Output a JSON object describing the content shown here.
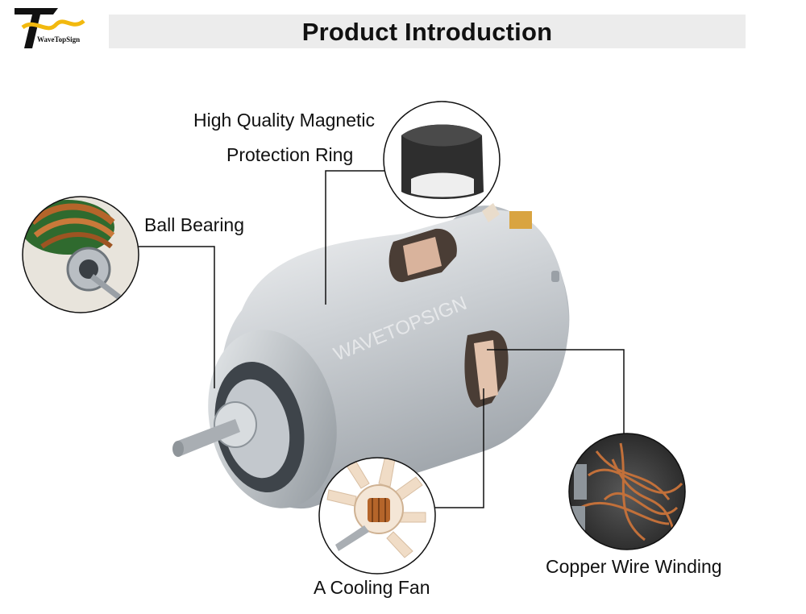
{
  "header": {
    "title": "Product Introduction",
    "logo_text": "WaveTopSign"
  },
  "watermark": "WAVETOPSIGN",
  "callouts": {
    "magnetic_line1": "High Quality Magnetic",
    "magnetic_line2": "Protection Ring",
    "ball_bearing": "Ball Bearing",
    "copper_winding": "Copper Wire Winding",
    "cooling_fan": "A Cooling Fan"
  },
  "colors": {
    "accent_gold": "#f2b90f",
    "title_bar": "#ececec",
    "motor_silver": "#c9cdd1",
    "copper": "#b5652a"
  },
  "icons": [
    "logo-mark",
    "motor-photo",
    "magnet-ring-inset",
    "ball-bearing-inset",
    "copper-winding-inset",
    "cooling-fan-inset"
  ]
}
